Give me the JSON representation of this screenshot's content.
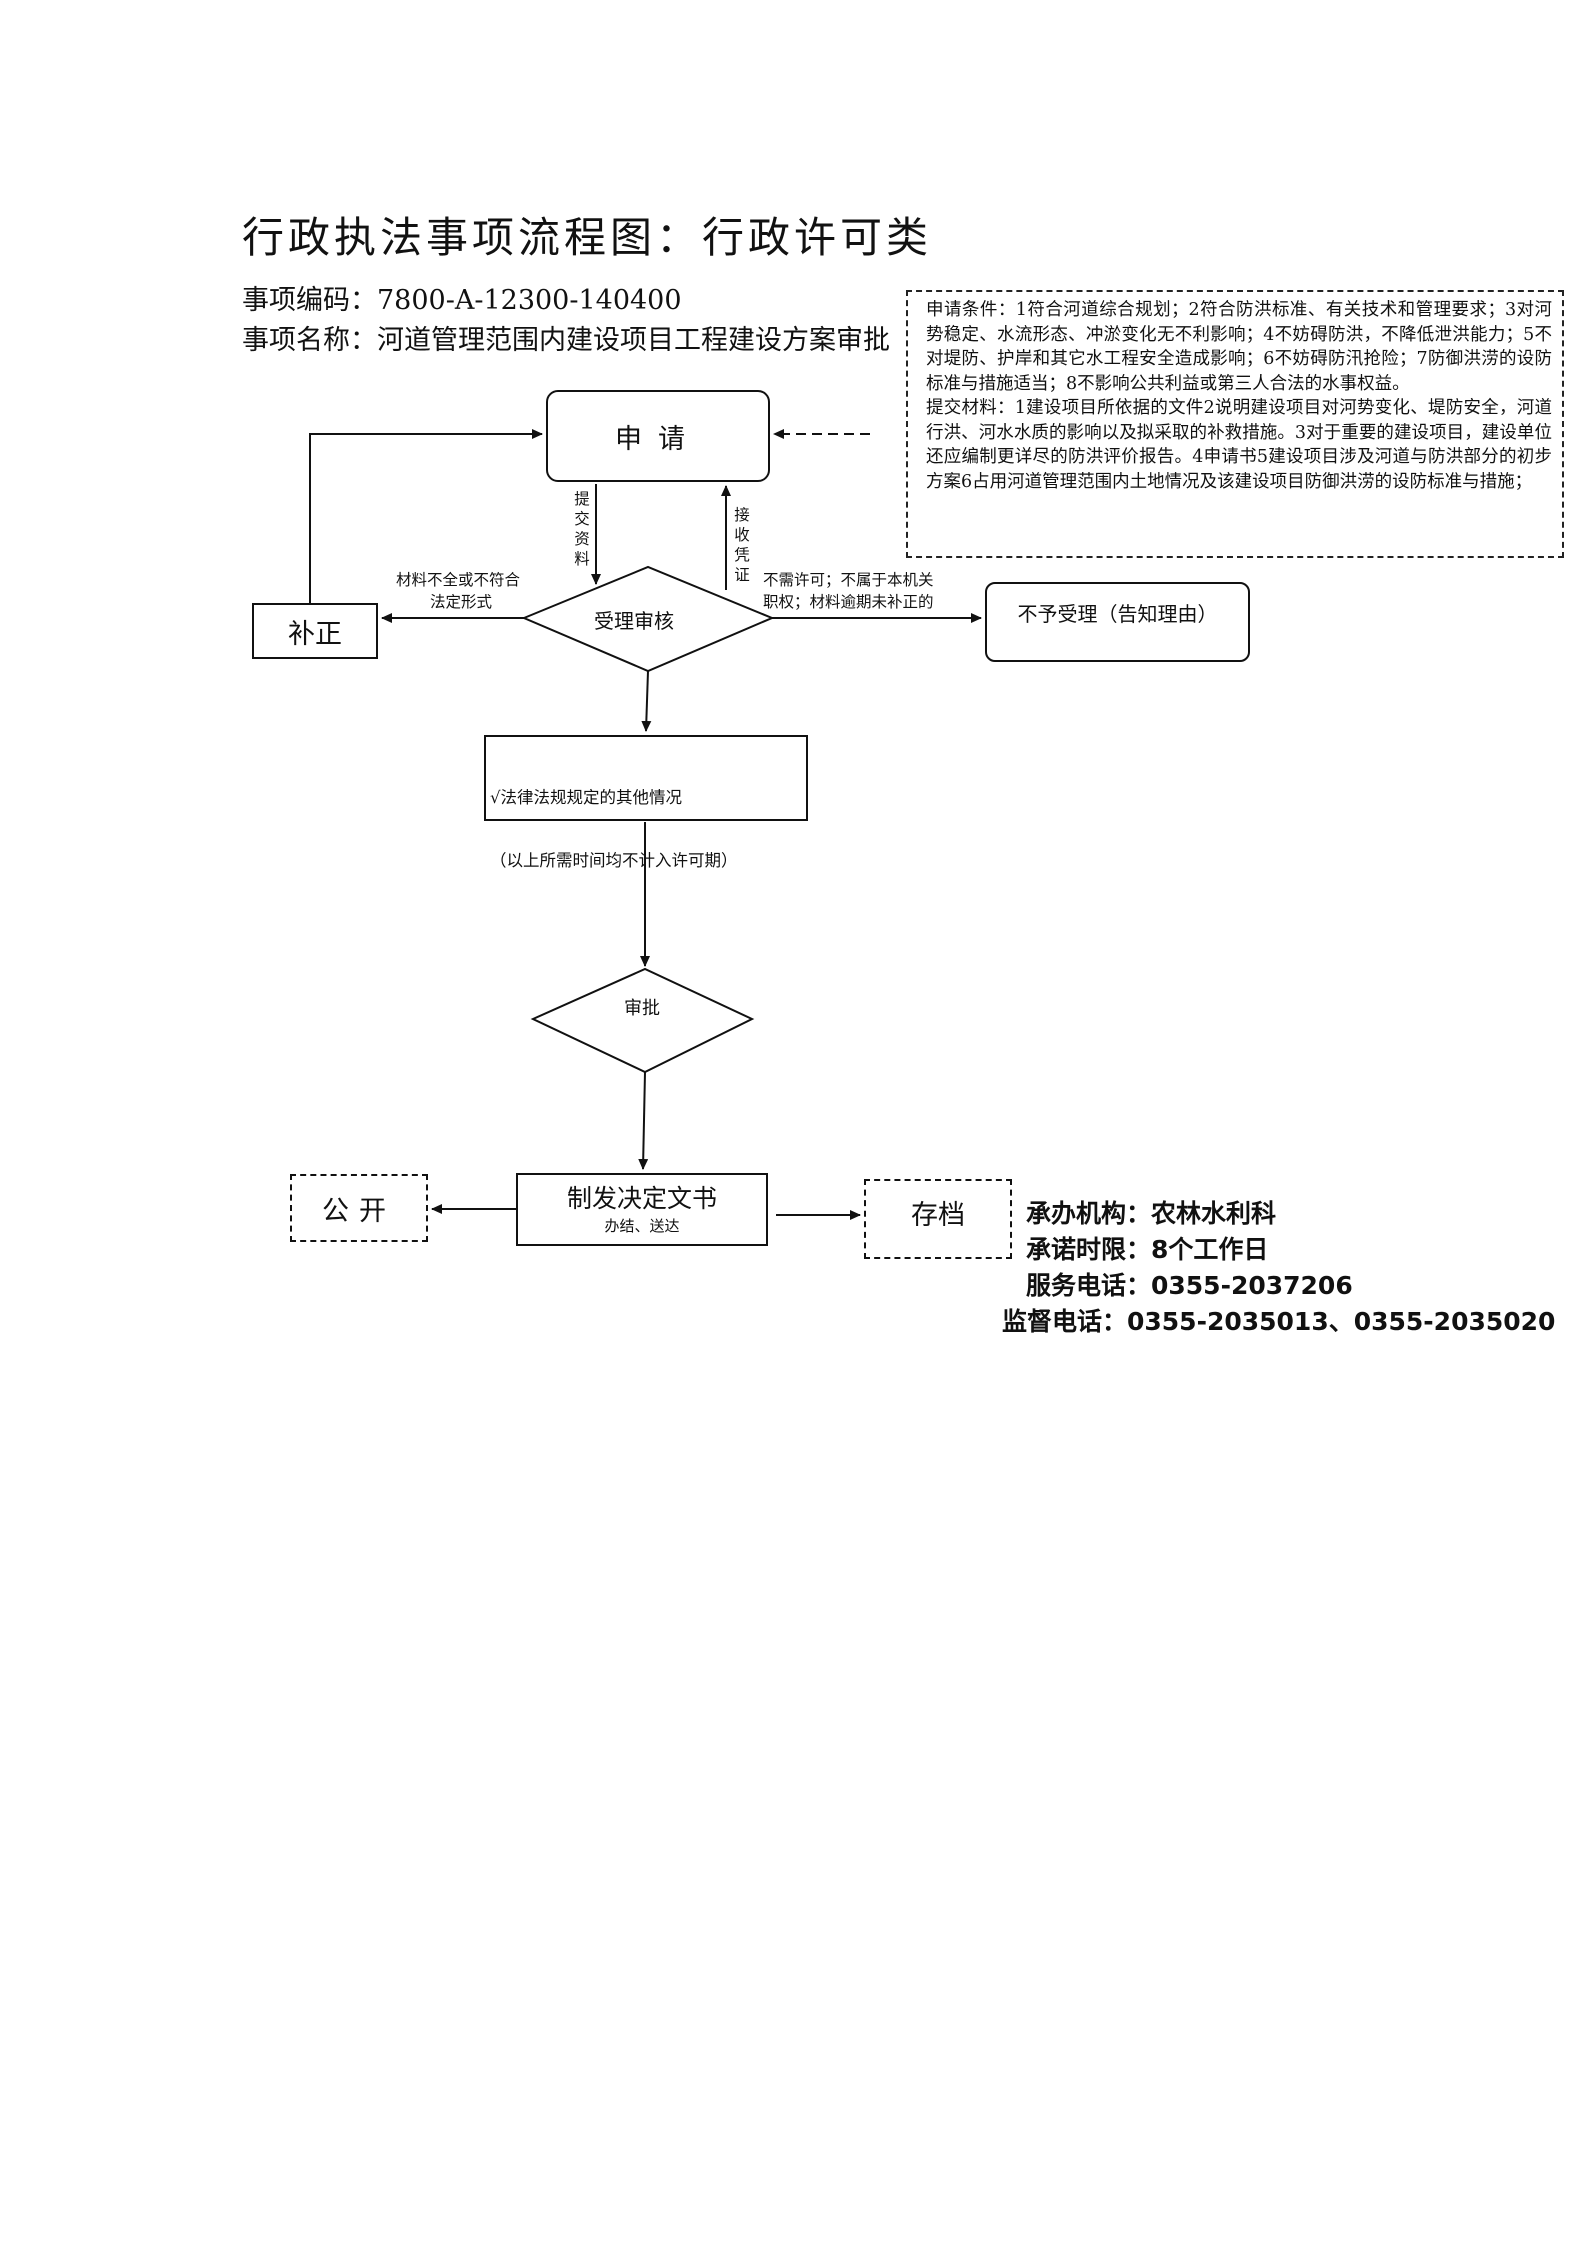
{
  "title": "行政执法事项流程图：行政许可类",
  "item_code": "事项编码：7800-A-12300-140400",
  "item_name": "事项名称：河道管理范围内建设项目工程建设方案审批",
  "notes": {
    "conditions": "申请条件：1符合河道综合规划；2符合防洪标准、有关技术和管理要求；3对河势稳定、水流形态、冲淤变化无不利影响；4不妨碍防洪，不降低泄洪能力；5不对堤防、护岸和其它水工程安全造成影响；6不妨碍防汛抢险；7防御洪涝的设防标准与措施适当；8不影响公共利益或第三人合法的水事权益。",
    "materials": "提交材料：1建设项目所依据的文件2说明建设项目对河势变化、堤防安全，河道行洪、河水水质的影响以及拟采取的补救措施。3对于重要的建设项目，建设单位还应编制更详尽的防洪评价报告。4申请书5建设项目涉及河道与防洪部分的初步方案6占用河道管理范围内土地情况及该建设项目防御洪涝的设防标准与措施；"
  },
  "nodes": {
    "apply": "申请",
    "review": "受理审核",
    "correct": "补正",
    "reject": "不予受理（告知理由）",
    "other_line1": "√法律法规规定的其他情况",
    "other_line2": "（以上所需时间均不计入许可期）",
    "approve": "审批",
    "decision": "制发决定文书",
    "decision_sub": "办结、送达",
    "public": "公开",
    "archive": "存档"
  },
  "edge_labels": {
    "submit": "提交资料",
    "receipt": "接收凭证",
    "incomplete_1": "材料不全或不符合",
    "incomplete_2": "法定形式",
    "no_permit_1": "不需许可；不属于本机关",
    "no_permit_2": "职权；材料逾期未补正的"
  },
  "info": {
    "agency": "承办机构：农林水利科",
    "time_limit": "承诺时限：8个工作日",
    "service_phone": "服务电话：0355-2037206",
    "supervision_phone": "监督电话：0355-2035013、0355-2035020"
  }
}
